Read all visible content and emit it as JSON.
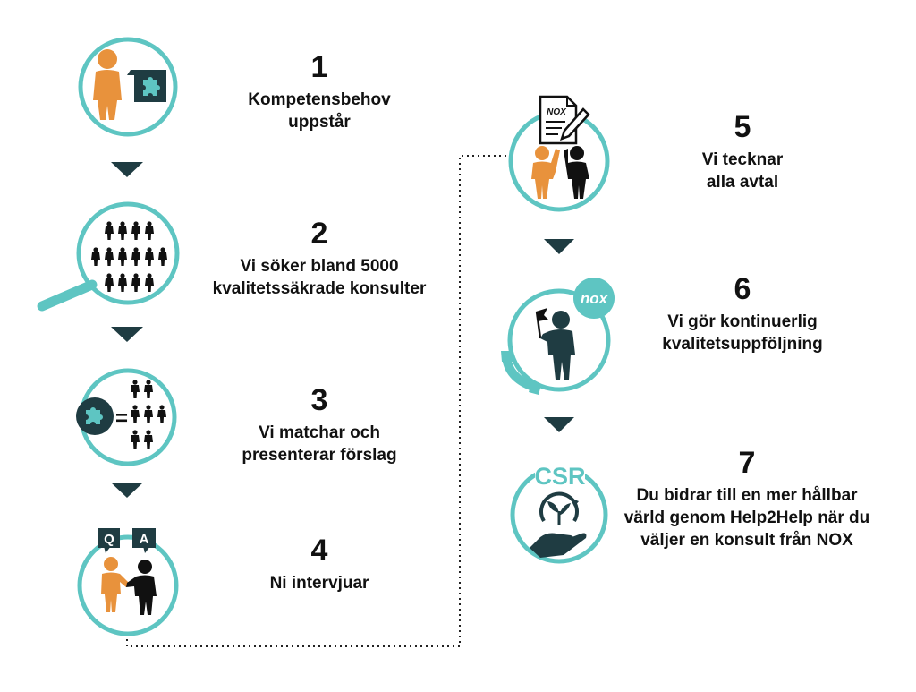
{
  "steps": [
    {
      "number": "1",
      "label": "Kompetensbehov uppstår"
    },
    {
      "number": "2",
      "label": "Vi söker bland 5000 kvalitetssäkrade konsulter"
    },
    {
      "number": "3",
      "label": "Vi matchar och presenterar förslag"
    },
    {
      "number": "4",
      "label": "Ni intervjuar"
    },
    {
      "number": "5",
      "label": "Vi tecknar alla avtal"
    },
    {
      "number": "6",
      "label": "Vi gör kontinuerlig kvalitetsuppföljning"
    },
    {
      "number": "7",
      "label": "Du bidrar till en mer hållbar värld genom Help2Help när du väljer en konsult från NOX"
    }
  ],
  "icon_text": {
    "q": "Q",
    "a": "A",
    "equals": "=",
    "nox_contract": "NOX",
    "nox_badge": "nox",
    "csr": "CSR"
  },
  "colors": {
    "teal": "#5ec5c2",
    "dark_teal": "#1f3c42",
    "orange": "#e8923c",
    "black": "#111111"
  }
}
